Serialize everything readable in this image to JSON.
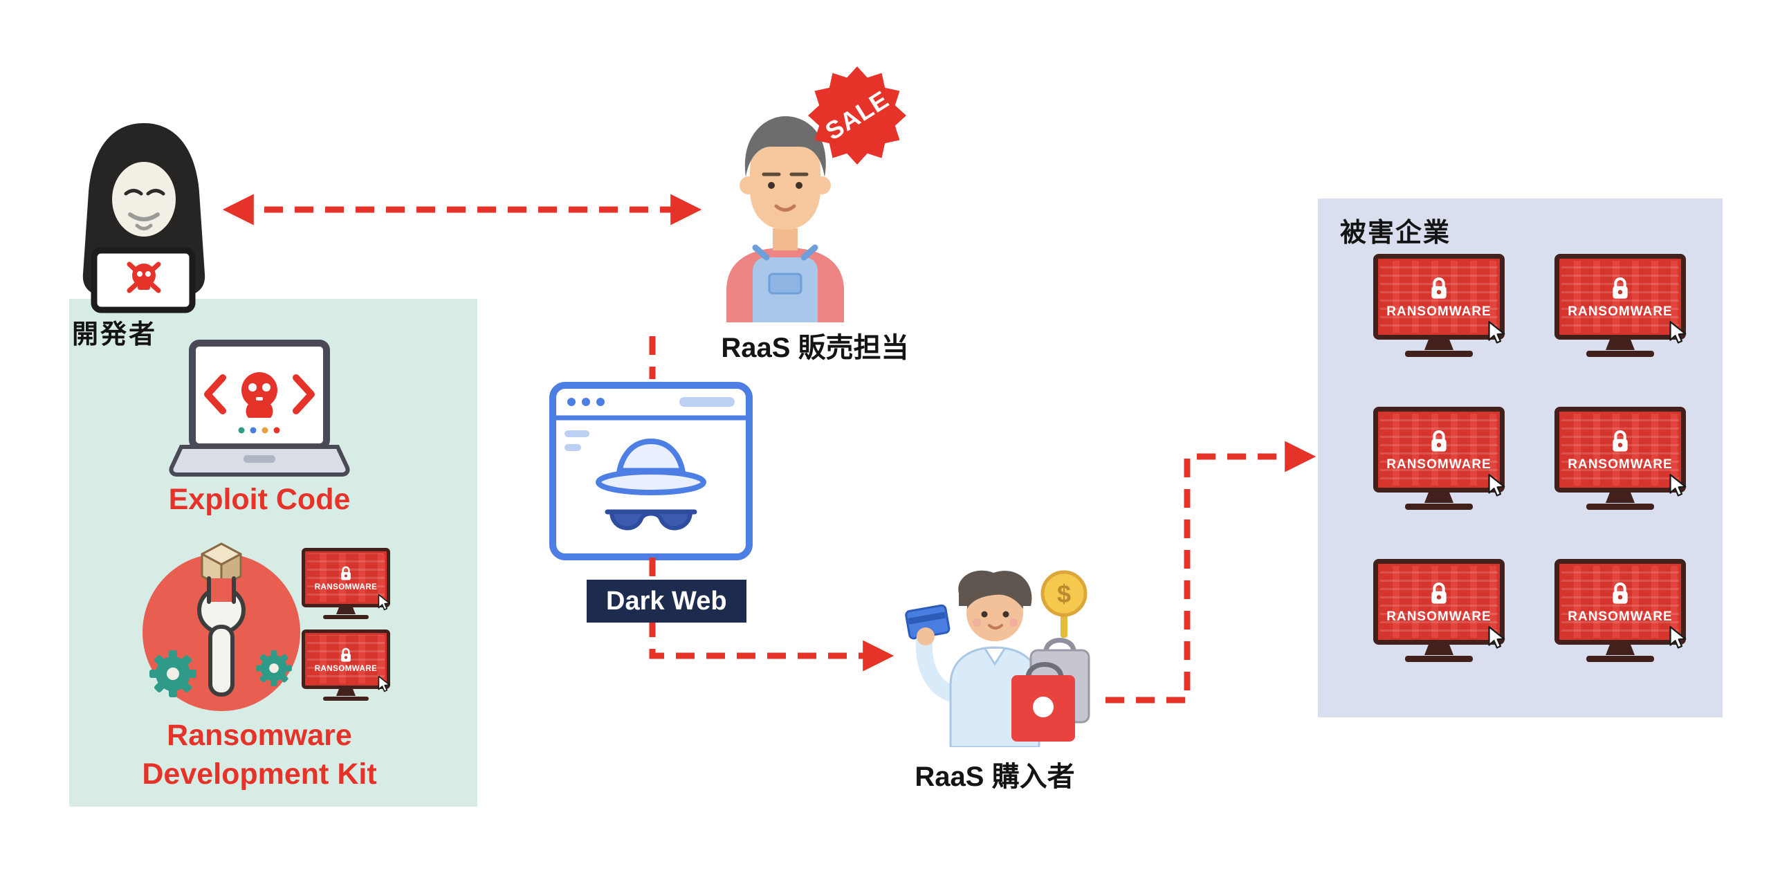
{
  "labels": {
    "developer": "開発者",
    "exploit_code": "Exploit Code",
    "devkit_line1": "Ransomware",
    "devkit_line2": "Development Kit",
    "seller": "RaaS 販売担当",
    "sale": "SALE",
    "dark_web": "Dark Web",
    "buyer": "RaaS 購入者",
    "victims": "被害企業",
    "ransomware_screen": "RANSOMWARE",
    "dollar_sign": "$"
  },
  "colors": {
    "arrow_red": "#e6332a",
    "label_red": "#e6332a",
    "devkit_panel_bg": "#d8ece6",
    "victims_panel_bg": "#d9dfee",
    "darkweb_badge_bg": "#1d2b4e",
    "monitor_screen_red": "#d6352e",
    "monitor_frame": "#42211d",
    "sale_badge_bg": "#e6332a"
  }
}
